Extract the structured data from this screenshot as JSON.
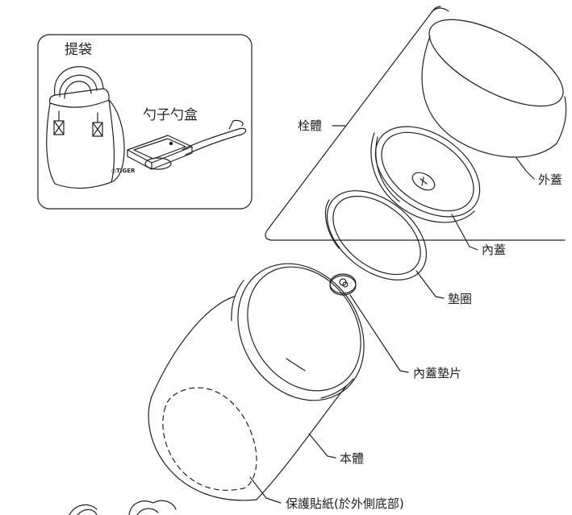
{
  "inset": {
    "bag_label": "提袋",
    "spoon_label": "勺子勺盒",
    "brand_mark": "◎TIGER"
  },
  "labels": {
    "stopper": "栓體",
    "outer_lid": "外蓋",
    "inner_lid": "內蓋",
    "gasket": "墊圈",
    "inner_lid_gasket": "內蓋墊片",
    "body": "本體",
    "protective_sticker": "保護貼紙(於外側底部)"
  },
  "colors": {
    "line": "#222222",
    "background": "#ffffff"
  }
}
